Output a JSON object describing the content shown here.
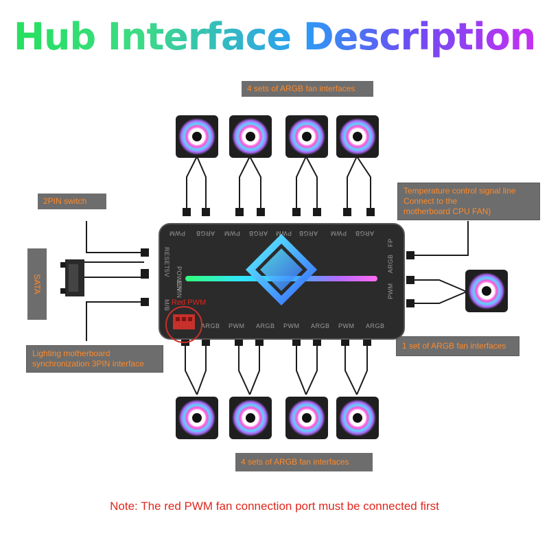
{
  "title": "Hub Interface Description",
  "labels": {
    "top_fans": "4 sets of ARGB fan interfaces",
    "bottom_fans": "4 sets of ARGB fan interfaces",
    "switch": "2PIN switch",
    "sata": "SATA",
    "temp_line1": "Temperature control signal line",
    "temp_line2": "Connect to the",
    "temp_line3": "motherboard CPU FAN)",
    "sync_line1": "Lighting motherboard",
    "sync_line2": "synchronization 3PIN interface",
    "right_fan": "1 set of ARGB fan interfaces",
    "red_pwm": "Red PWM"
  },
  "hub_ports": {
    "top": [
      "PWM",
      "ARGB",
      "PWM",
      "ARGB",
      "PWM",
      "ARGB",
      "PWM",
      "ARGB"
    ],
    "bottom": [
      "ARGB",
      "PWM",
      "ARGB",
      "PWM",
      "ARGB",
      "PWM",
      "ARGB"
    ],
    "left": [
      "RESET",
      "5V",
      "M/B"
    ],
    "left_inner": [
      "POWERIN",
      "12V"
    ],
    "right": [
      "FP",
      "ARGB",
      "PWM"
    ]
  },
  "note": "Note: The red PWM fan connection port must be connected first",
  "colors": {
    "label_bg": "#6d6d6d",
    "label_text": "#ff8a2a",
    "note_text": "#e0261c",
    "hub_body": "#2b2b2b",
    "red_port": "#c8302b"
  }
}
